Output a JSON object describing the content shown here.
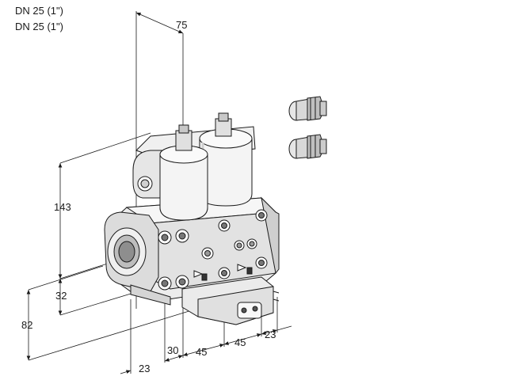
{
  "header": {
    "line1": "DN 25 (1\")",
    "line2": "DN 25 (1\")"
  },
  "dimensions": {
    "depth_top": "75",
    "height_body": "143",
    "height_lower": "32",
    "height_total": "82",
    "width_left": "23",
    "width_a": "30",
    "width_b": "45",
    "width_c": "45",
    "width_right": "23"
  },
  "colors": {
    "line": "#1a1a1a",
    "body_light": "#f2f2f2",
    "body_mid": "#d9d9d9",
    "body_dark": "#9a9a9a"
  }
}
